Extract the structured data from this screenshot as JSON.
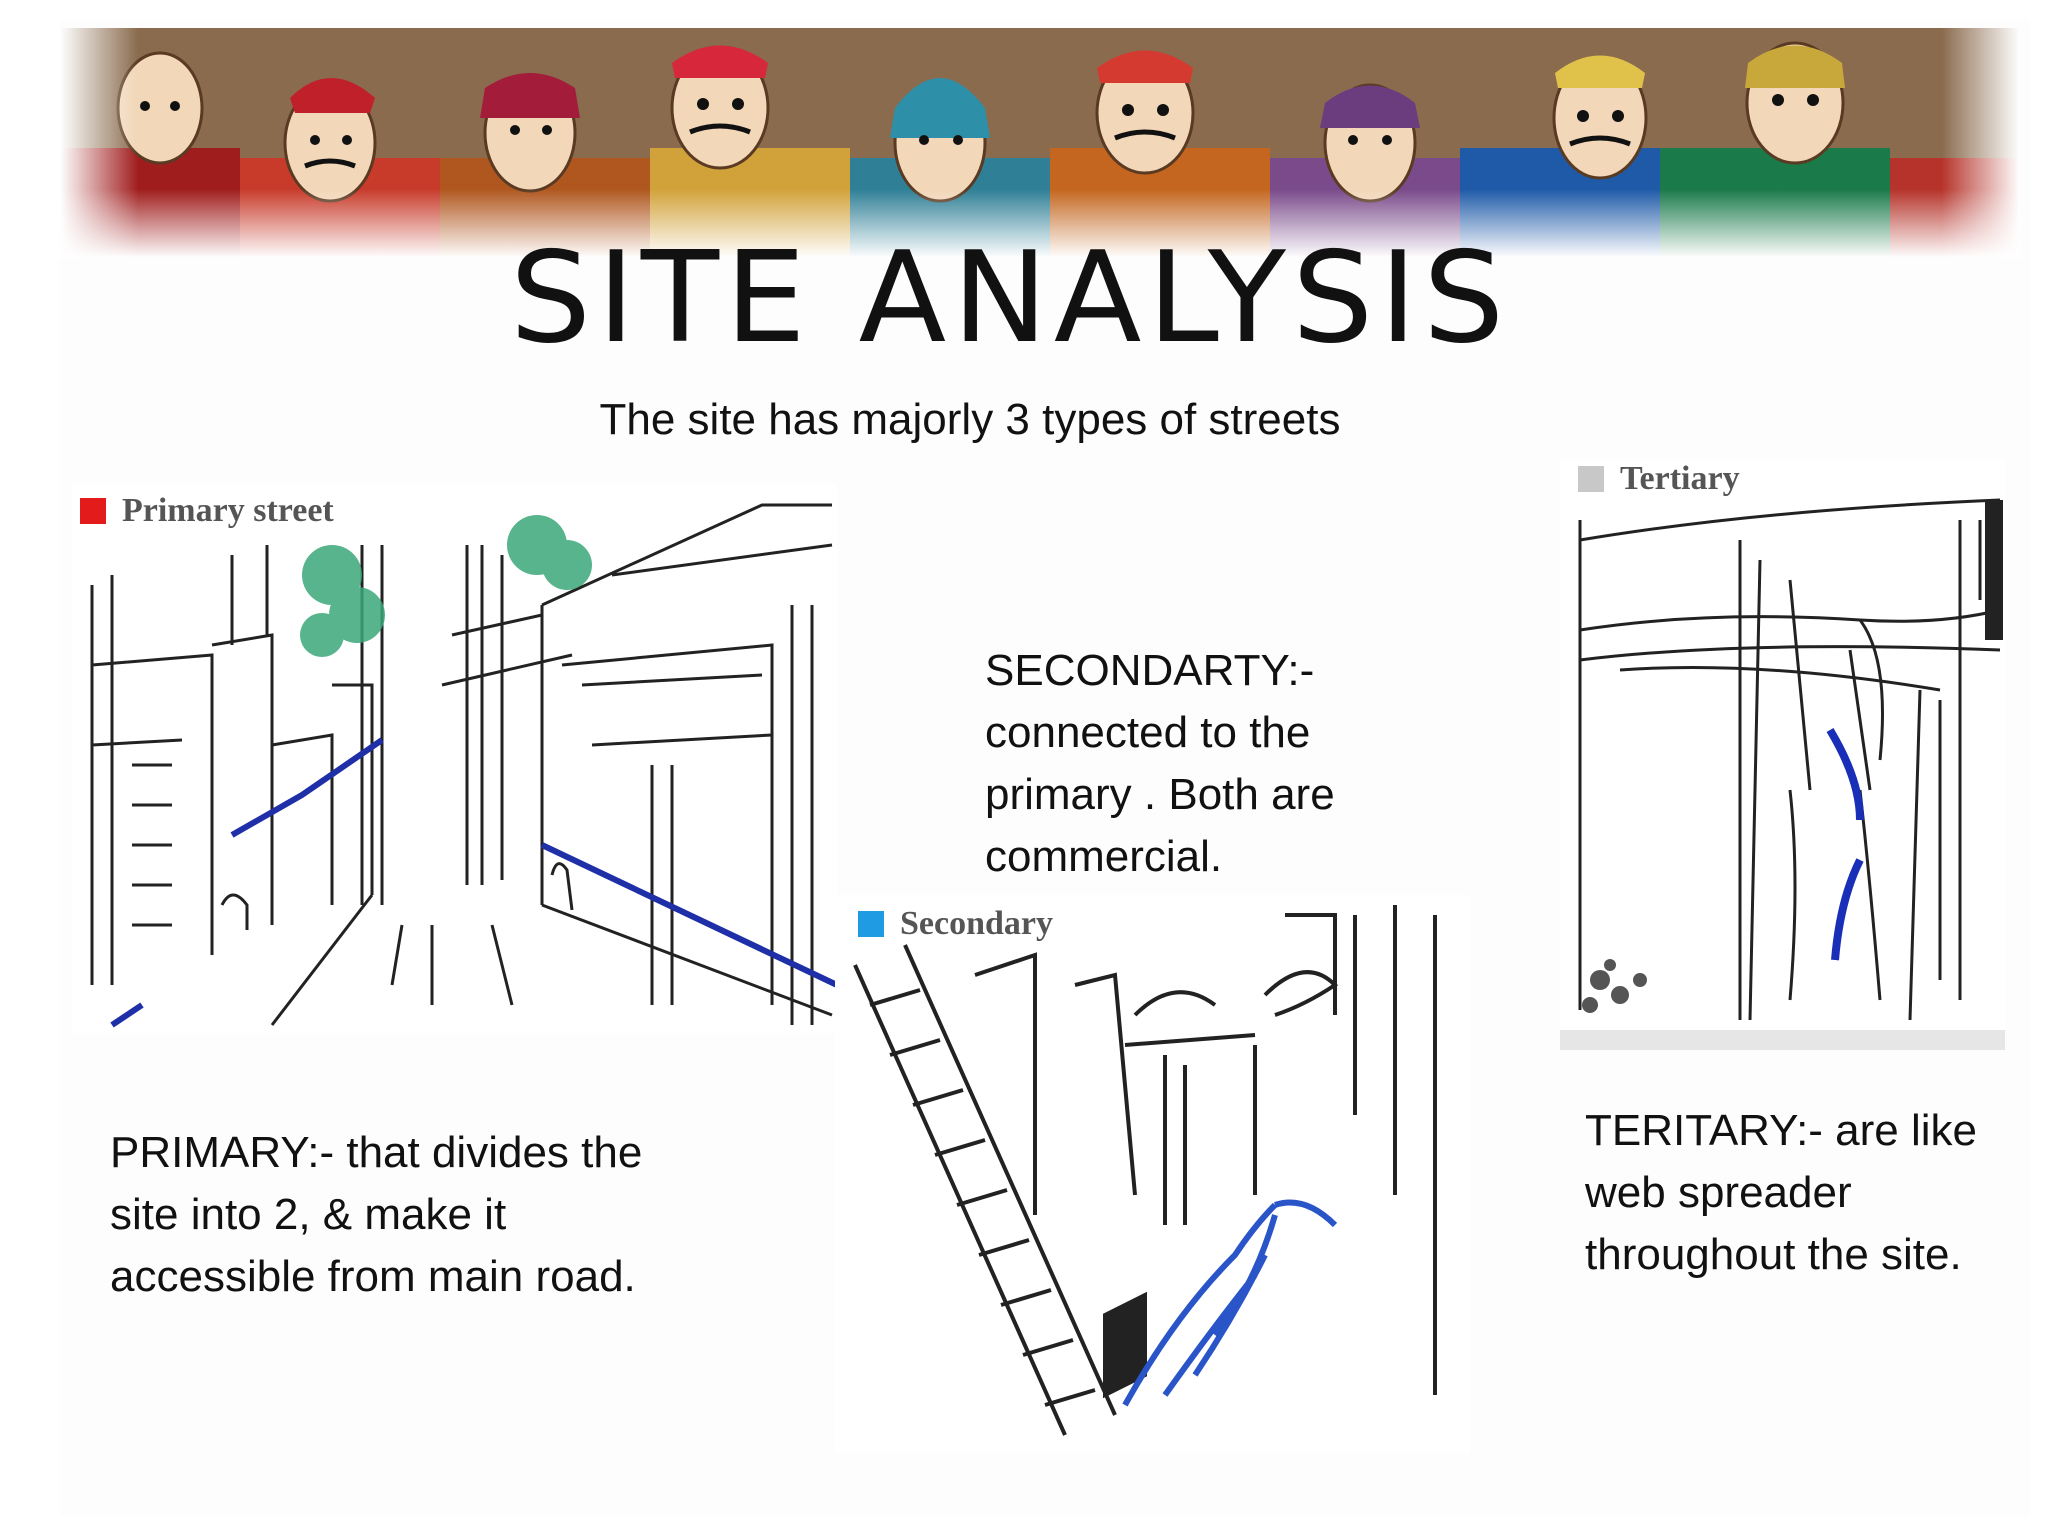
{
  "title": "SITE ANALYSIS",
  "subtitle": "The site has majorly 3 types of streets",
  "legends": {
    "primary": {
      "label": "Primary street",
      "color": "#e31b1b"
    },
    "secondary": {
      "label": "Secondary",
      "color": "#1e9be3"
    },
    "tertiary": {
      "label": "Tertiary",
      "color": "#c8c8c8"
    }
  },
  "descriptions": {
    "secondary": "SECONDARTY:- connected to the primary . Both are commercial.",
    "primary": "PRIMARY:- that divides the site into 2, & make it accessible from main road.",
    "tertiary": "TERITARY:- are like web spreader throughout the site."
  },
  "icons": {
    "banner": "puppets-banner-image",
    "primary_sketch": "street-sketch-image",
    "secondary_sketch": "alley-sketch-image",
    "tertiary_sketch": "lane-sketch-image"
  }
}
